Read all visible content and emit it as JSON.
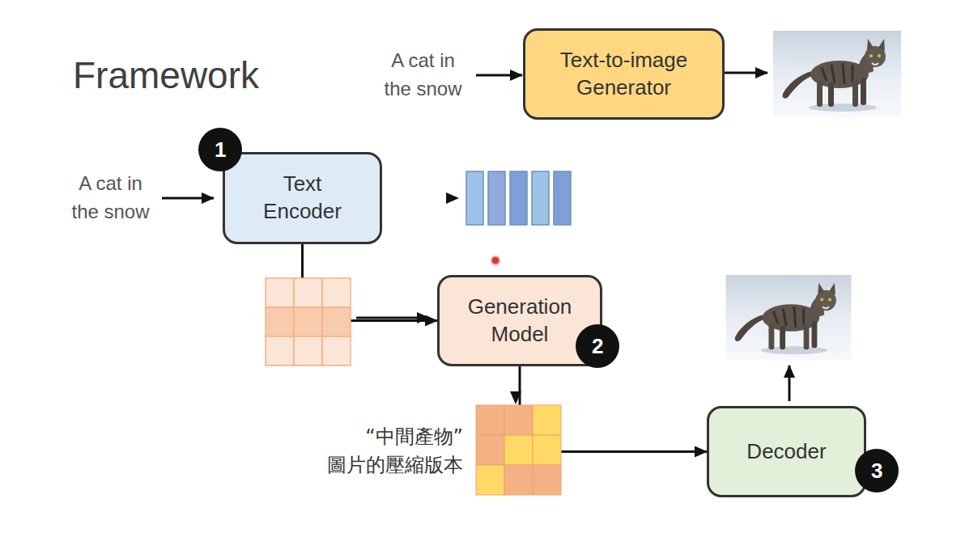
{
  "diagram": {
    "title": "Framework",
    "nodes": [
      {
        "text": [
          "Text-to-image Generator"
        ]
      },
      {
        "text": [
          "Text Encoder"
        ]
      },
      {
        "text": [
          "Generation Model"
        ]
      },
      {
        "text": [
          "Decoder"
        ]
      }
    ],
    "edges": [
      {
        "from": 1,
        "to": 2,
        "arrow": "to"
      },
      {
        "from": 2,
        "to": 3,
        "arrow": "to"
      }
    ],
    "labels": [
      "A cat in the snow",
      "A cat in the snow",
      "1",
      "2",
      "3",
      "“中間產物” 圖片的壓縮版本"
    ]
  }
}
